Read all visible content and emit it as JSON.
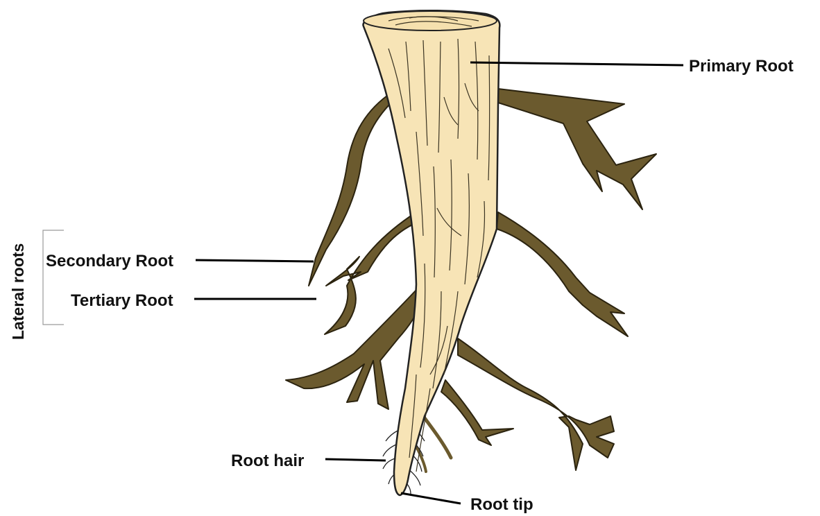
{
  "labels": {
    "primary_root": "Primary Root",
    "secondary_root": "Secondary Root",
    "tertiary_root": "Tertiary Root",
    "root_hair": "Root hair",
    "root_tip": "Root tip",
    "lateral_roots": "Lateral roots"
  },
  "colors": {
    "trunk_fill": "#f7e4b6",
    "lateral_root_fill": "#6b5a2e",
    "outline": "#222222",
    "bracket": "#9a9a9a"
  }
}
